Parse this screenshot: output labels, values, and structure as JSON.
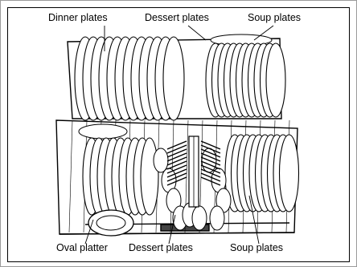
{
  "labels": {
    "top_left": "Dinner plates",
    "top_middle": "Dessert plates",
    "top_right": "Soup plates",
    "bottom_left": "Oval platter",
    "bottom_middle": "Dessert plates",
    "bottom_right": "Soup plates"
  },
  "colors": {
    "line": "#000000",
    "fill": "#ffffff",
    "frame": "#9a9a9a"
  }
}
